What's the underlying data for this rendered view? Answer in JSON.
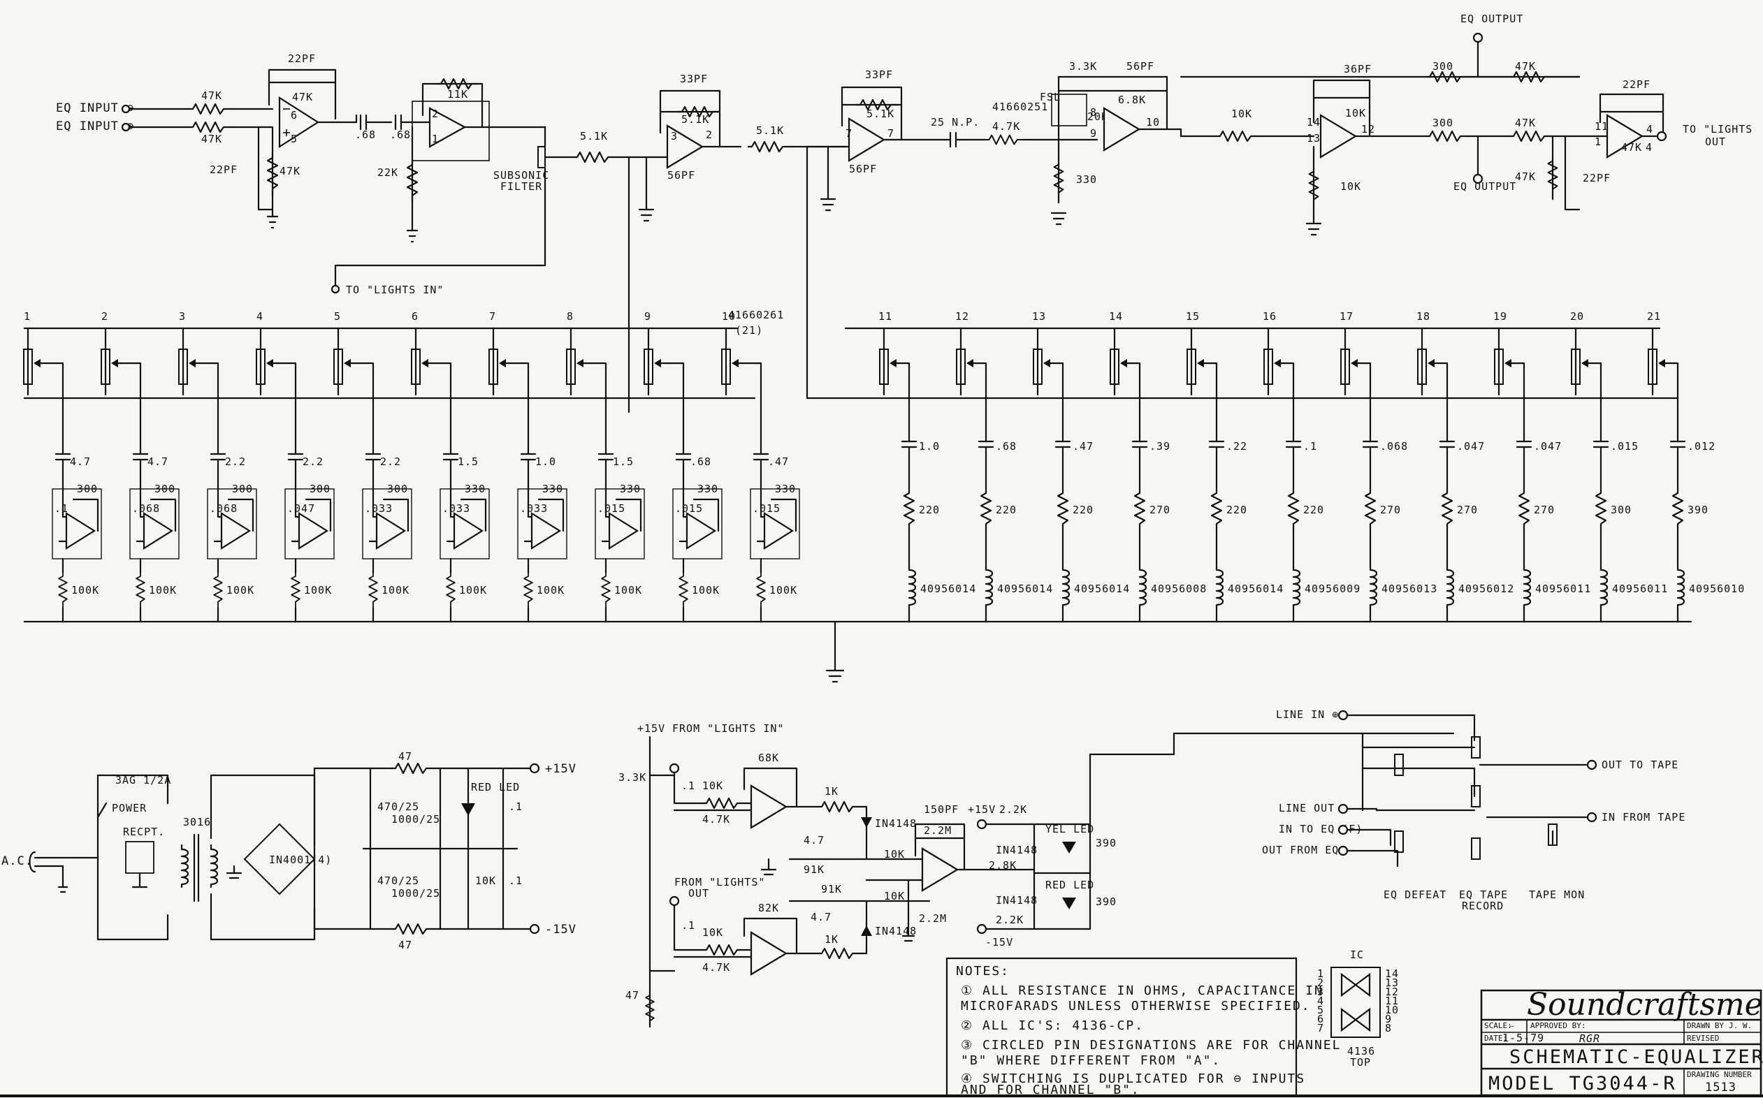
{
  "inputs": {
    "eq_input_minus": "EQ INPUT ⊖",
    "eq_input_plus": "EQ INPUT ⊕"
  },
  "outputs": {
    "eq_output_plus": "EQ OUTPUT",
    "eq_output_minus": "EQ OUTPUT",
    "lights_out_1": "TO \"LIGHTS",
    "lights_out_2": "OUT",
    "lights_in": "TO \"LIGHTS IN\""
  },
  "input_stage": {
    "r_in1": "47K",
    "r_in2": "47K",
    "c_fb": "22PF",
    "r_fb": "47K",
    "c_gnd": "22PF",
    "r_gnd": "47K",
    "c1": ".68",
    "c2": ".68",
    "r_sub_fb": "11K",
    "r_sub_gnd": "22K",
    "subsonic_1": "SUBSONIC",
    "subsonic_2": "FILTER",
    "r_series": "5.1K"
  },
  "mix_stage": {
    "c_top": "33PF",
    "r_fb": "5.1K",
    "c_bot": "56PF",
    "r_out": "5.1K"
  },
  "output_stage": {
    "c_top": "33PF",
    "r_fb": "5.1K",
    "c_bot": "56PF",
    "r_a": "4.7K",
    "c_np": "25 N.P.",
    "pot_part": "41660251",
    "fsl": "FSL",
    "r_33": "3.3K",
    "r_68": "6.8K",
    "c_56": "56PF",
    "r_20": "20K",
    "r_330": "330",
    "r_10k": "10K",
    "c_36": "36PF",
    "r_10k2": "10K",
    "r_10k3": "10K",
    "r_300a": "300",
    "r_300b": "300",
    "r_47a": "47K",
    "r_47b": "47K",
    "r_47c": "47K",
    "c_22a": "22PF",
    "c_22b": "22PF",
    "r_47fb": "47K"
  },
  "pins": {
    "p6": "6",
    "p5": "5",
    "p8": "8",
    "p9": "9",
    "p10": "10",
    "p11": "11",
    "p12": "12",
    "p13": "13",
    "p14": "14",
    "p3": "3",
    "p2": "2",
    "p1": "1",
    "p4": "4",
    "p7": "7",
    "p_c7": "7",
    "p_c2": "2",
    "p_c1": "1",
    "p_c4": "4"
  },
  "bank_a": {
    "bus_part_1": "41660261",
    "bus_part_2": "(21)",
    "channels": [
      {
        "n": "1",
        "c_in": "4.7",
        "c_s": ".1",
        "r_fb": "300",
        "r_g": "100K"
      },
      {
        "n": "2",
        "c_in": "4.7",
        "c_s": ".068",
        "r_fb": "300",
        "r_g": "100K"
      },
      {
        "n": "3",
        "c_in": "2.2",
        "c_s": ".068",
        "r_fb": "300",
        "r_g": "100K"
      },
      {
        "n": "4",
        "c_in": "2.2",
        "c_s": ".047",
        "r_fb": "300",
        "r_g": "100K"
      },
      {
        "n": "5",
        "c_in": "2.2",
        "c_s": ".033",
        "r_fb": "300",
        "r_g": "100K"
      },
      {
        "n": "6",
        "c_in": "1.5",
        "c_s": ".033",
        "r_fb": "330",
        "r_g": "100K"
      },
      {
        "n": "7",
        "c_in": "1.0",
        "c_s": ".033",
        "r_fb": "330",
        "r_g": "100K"
      },
      {
        "n": "8",
        "c_in": "1.5",
        "c_s": ".015",
        "r_fb": "330",
        "r_g": "100K"
      },
      {
        "n": "9",
        "c_in": ".68",
        "c_s": ".015",
        "r_fb": "330",
        "r_g": "100K"
      },
      {
        "n": "10",
        "c_in": ".47",
        "c_s": ".015",
        "r_fb": "330",
        "r_g": "100K"
      }
    ]
  },
  "bank_b": {
    "channels": [
      {
        "n": "11",
        "c": "1.0",
        "r": "220",
        "l": "40956014"
      },
      {
        "n": "12",
        "c": ".68",
        "r": "220",
        "l": "40956014"
      },
      {
        "n": "13",
        "c": ".47",
        "r": "220",
        "l": "40956014"
      },
      {
        "n": "14",
        "c": ".39",
        "r": "270",
        "l": "40956008"
      },
      {
        "n": "15",
        "c": ".22",
        "r": "220",
        "l": "40956014"
      },
      {
        "n": "16",
        "c": ".1",
        "r": "220",
        "l": "40956009"
      },
      {
        "n": "17",
        "c": ".068",
        "r": "270",
        "l": "40956013"
      },
      {
        "n": "18",
        "c": ".047",
        "r": "270",
        "l": "40956012"
      },
      {
        "n": "19",
        "c": ".047",
        "r": "270",
        "l": "40956011"
      },
      {
        "n": "20",
        "c": ".015",
        "r": "300",
        "l": "40956011"
      },
      {
        "n": "21",
        "c": ".012",
        "r": "390",
        "l": "40956010"
      }
    ]
  },
  "power": {
    "ac": "A.C.",
    "fuse": "3AG 1/2A",
    "power": "POWER",
    "recpt": "RECPT.",
    "transformer": "3016",
    "bridge": "IN4001(4)",
    "r_top": "47",
    "r_bot": "47",
    "pos_out": "+15V",
    "neg_out": "-15V",
    "c_pos": "470/25",
    "c_pos_v": "1000/25",
    "c_neg": "470/25",
    "c_neg_v": "1000/25",
    "led": "RED LED",
    "c_a": ".1",
    "c_b": ".1",
    "r_10k": "10K"
  },
  "meter": {
    "v_pos": "+15V",
    "from_lights_in": "FROM \"LIGHTS IN\"",
    "from_lights_out_1": "FROM \"LIGHTS\"",
    "from_lights_out_2": "OUT",
    "r_33k": "3.3K",
    "r_47": "47",
    "c_a": ".1",
    "c_b": ".1",
    "r_10k_a": "10K",
    "r_10k_b": "10K",
    "r_47k_a": "4.7K",
    "r_47k_b": "4.7K",
    "r_68k": "68K",
    "r_82k": "82K",
    "r_1k_a": "1K",
    "r_1k_b": "1K",
    "d1": "IN4148",
    "d2": "IN4148",
    "c_47": "4.7",
    "c_47b": "4.7",
    "r_91": "91K",
    "r_91b": "91K",
    "r_10k_c": "10K",
    "r_10k_d": "10K",
    "c_150": "150PF",
    "r_22m": "2.2M",
    "r_22m_b": "2.2M",
    "v_pos2": "+15V",
    "r_22k_a": "2.2K",
    "r_28k": "2.8K",
    "r_22k_b": "2.2K",
    "v_neg": "-15V",
    "d3": "IN4148",
    "d4": "IN4148",
    "led_a": "YEL LED",
    "led_b": "RED LED",
    "r_390a": "390",
    "r_390b": "390"
  },
  "switching": {
    "line_in": "LINE IN ⊕",
    "line_out": "LINE OUT ⊕",
    "in_to_eq": "IN TO EQ (F)",
    "out_from_eq": "OUT FROM EQ",
    "out_to_tape": "OUT TO TAPE",
    "in_from_tape": "IN FROM TAPE",
    "eq_defeat": "EQ DEFEAT",
    "eq_tape_1": "EQ TAPE",
    "eq_tape_2": "RECORD",
    "tape_mon": "TAPE MON"
  },
  "ic_pinout": {
    "title": "IC",
    "part": "4136",
    "view": "TOP",
    "left_pins": [
      "1",
      "2",
      "3",
      "4",
      "5",
      "6",
      "7"
    ],
    "right_pins": [
      "14",
      "13",
      "12",
      "11",
      "10",
      "9",
      "8"
    ]
  },
  "notes": {
    "title": "NOTES:",
    "lines": [
      "① ALL RESISTANCE IN OHMS, CAPACITANCE IN",
      "   MICROFARADS UNLESS OTHERWISE SPECIFIED.",
      "② ALL IC'S: 4136-CP.",
      "③ CIRCLED PIN DESIGNATIONS ARE FOR CHANNEL",
      "   \"B\" WHERE DIFFERENT FROM \"A\".",
      "④ SWITCHING IS DUPLICATED FOR ⊖ INPUTS",
      "   AND FOR CHANNEL \"B\"."
    ]
  },
  "title_block": {
    "brand": "Soundcraftsmen",
    "scale_label": "SCALE:",
    "scale": "—",
    "approved_label": "APPROVED BY:",
    "drawn_label": "DRAWN BY",
    "drawn": "J. W.",
    "date_label": "DATE:",
    "date": "1-5-79",
    "revised": "REVISED",
    "signature": "RGR",
    "title": "SCHEMATIC-EQUALIZER",
    "model": "MODEL TG3044-R",
    "dwg_label": "DRAWING NUMBER",
    "dwg": "1513"
  }
}
